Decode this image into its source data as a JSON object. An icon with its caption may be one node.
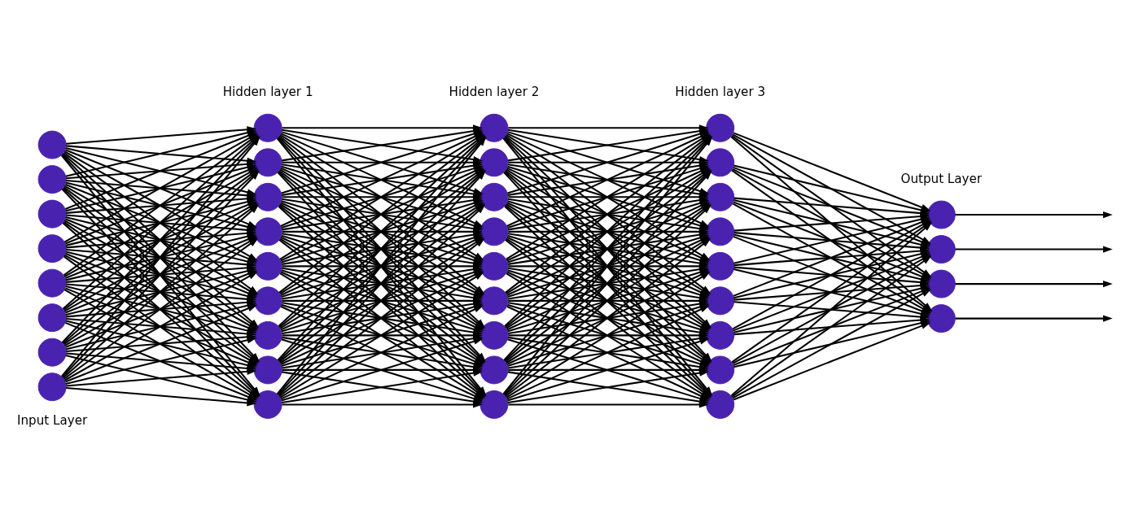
{
  "diagram": {
    "nodes": [
      {
        "text": [],
        "shape": "circle"
      },
      {
        "text": [],
        "shape": "circle"
      },
      {
        "text": [],
        "shape": "circle"
      },
      {
        "text": [],
        "shape": "circle"
      },
      {
        "text": [],
        "shape": "circle"
      },
      {
        "text": [],
        "shape": "circle"
      },
      {
        "text": [],
        "shape": "circle"
      },
      {
        "text": [],
        "shape": "circle"
      },
      {
        "text": [],
        "shape": "circle"
      },
      {
        "text": [],
        "shape": "circle"
      },
      {
        "text": [],
        "shape": "circle"
      },
      {
        "text": [],
        "shape": "circle"
      },
      {
        "text": [],
        "shape": "circle"
      },
      {
        "text": [],
        "shape": "circle"
      },
      {
        "text": [],
        "shape": "circle"
      },
      {
        "text": [],
        "shape": "circle"
      },
      {
        "text": [],
        "shape": "circle"
      },
      {
        "text": [],
        "shape": "circle"
      },
      {
        "text": [],
        "shape": "circle"
      },
      {
        "text": [],
        "shape": "circle"
      },
      {
        "text": [],
        "shape": "circle"
      },
      {
        "text": [],
        "shape": "circle"
      },
      {
        "text": [],
        "shape": "circle"
      },
      {
        "text": [],
        "shape": "circle"
      },
      {
        "text": [],
        "shape": "circle"
      },
      {
        "text": [],
        "shape": "circle"
      },
      {
        "text": [],
        "shape": "circle"
      },
      {
        "text": [],
        "shape": "circle"
      },
      {
        "text": [],
        "shape": "circle"
      },
      {
        "text": [],
        "shape": "circle"
      },
      {
        "text": [],
        "shape": "circle"
      },
      {
        "text": [],
        "shape": "circle"
      },
      {
        "text": [],
        "shape": "circle"
      },
      {
        "text": [],
        "shape": "circle"
      },
      {
        "text": [],
        "shape": "circle"
      },
      {
        "text": [],
        "shape": "circle"
      },
      {
        "text": [],
        "shape": "circle"
      },
      {
        "text": [],
        "shape": "circle"
      },
      {
        "text": [],
        "shape": "circle"
      }
    ],
    "edges": [
      {
        "from": 0,
        "to": 8,
        "arrow": "to"
      },
      {
        "from": 0,
        "to": 9,
        "arrow": "to"
      },
      {
        "from": 0,
        "to": 10,
        "arrow": "to"
      },
      {
        "from": 0,
        "to": 11,
        "arrow": "to"
      },
      {
        "from": 0,
        "to": 12,
        "arrow": "to"
      },
      {
        "from": 0,
        "to": 13,
        "arrow": "to"
      },
      {
        "from": 0,
        "to": 14,
        "arrow": "to"
      },
      {
        "from": 0,
        "to": 15,
        "arrow": "to"
      },
      {
        "from": 0,
        "to": 16,
        "arrow": "to"
      },
      {
        "from": 1,
        "to": 8,
        "arrow": "to"
      },
      {
        "from": 1,
        "to": 9,
        "arrow": "to"
      },
      {
        "from": 1,
        "to": 10,
        "arrow": "to"
      },
      {
        "from": 1,
        "to": 11,
        "arrow": "to"
      },
      {
        "from": 1,
        "to": 12,
        "arrow": "to"
      },
      {
        "from": 1,
        "to": 13,
        "arrow": "to"
      },
      {
        "from": 1,
        "to": 14,
        "arrow": "to"
      },
      {
        "from": 1,
        "to": 15,
        "arrow": "to"
      },
      {
        "from": 1,
        "to": 16,
        "arrow": "to"
      },
      {
        "from": 2,
        "to": 8,
        "arrow": "to"
      },
      {
        "from": 2,
        "to": 9,
        "arrow": "to"
      },
      {
        "from": 2,
        "to": 10,
        "arrow": "to"
      },
      {
        "from": 2,
        "to": 11,
        "arrow": "to"
      },
      {
        "from": 2,
        "to": 12,
        "arrow": "to"
      },
      {
        "from": 2,
        "to": 13,
        "arrow": "to"
      },
      {
        "from": 2,
        "to": 14,
        "arrow": "to"
      },
      {
        "from": 2,
        "to": 15,
        "arrow": "to"
      },
      {
        "from": 2,
        "to": 16,
        "arrow": "to"
      },
      {
        "from": 3,
        "to": 8,
        "arrow": "to"
      },
      {
        "from": 3,
        "to": 9,
        "arrow": "to"
      },
      {
        "from": 3,
        "to": 10,
        "arrow": "to"
      },
      {
        "from": 3,
        "to": 11,
        "arrow": "to"
      },
      {
        "from": 3,
        "to": 12,
        "arrow": "to"
      },
      {
        "from": 3,
        "to": 13,
        "arrow": "to"
      },
      {
        "from": 3,
        "to": 14,
        "arrow": "to"
      },
      {
        "from": 3,
        "to": 15,
        "arrow": "to"
      },
      {
        "from": 3,
        "to": 16,
        "arrow": "to"
      },
      {
        "from": 4,
        "to": 8,
        "arrow": "to"
      },
      {
        "from": 4,
        "to": 9,
        "arrow": "to"
      },
      {
        "from": 4,
        "to": 10,
        "arrow": "to"
      },
      {
        "from": 4,
        "to": 11,
        "arrow": "to"
      },
      {
        "from": 4,
        "to": 12,
        "arrow": "to"
      },
      {
        "from": 4,
        "to": 13,
        "arrow": "to"
      },
      {
        "from": 4,
        "to": 14,
        "arrow": "to"
      },
      {
        "from": 4,
        "to": 15,
        "arrow": "to"
      },
      {
        "from": 4,
        "to": 16,
        "arrow": "to"
      },
      {
        "from": 5,
        "to": 8,
        "arrow": "to"
      },
      {
        "from": 5,
        "to": 9,
        "arrow": "to"
      },
      {
        "from": 5,
        "to": 10,
        "arrow": "to"
      },
      {
        "from": 5,
        "to": 11,
        "arrow": "to"
      },
      {
        "from": 5,
        "to": 12,
        "arrow": "to"
      },
      {
        "from": 5,
        "to": 13,
        "arrow": "to"
      },
      {
        "from": 5,
        "to": 14,
        "arrow": "to"
      },
      {
        "from": 5,
        "to": 15,
        "arrow": "to"
      },
      {
        "from": 5,
        "to": 16,
        "arrow": "to"
      },
      {
        "from": 6,
        "to": 8,
        "arrow": "to"
      },
      {
        "from": 6,
        "to": 9,
        "arrow": "to"
      },
      {
        "from": 6,
        "to": 10,
        "arrow": "to"
      },
      {
        "from": 6,
        "to": 11,
        "arrow": "to"
      },
      {
        "from": 6,
        "to": 12,
        "arrow": "to"
      },
      {
        "from": 6,
        "to": 13,
        "arrow": "to"
      },
      {
        "from": 6,
        "to": 14,
        "arrow": "to"
      },
      {
        "from": 6,
        "to": 15,
        "arrow": "to"
      },
      {
        "from": 6,
        "to": 16,
        "arrow": "to"
      },
      {
        "from": 7,
        "to": 8,
        "arrow": "to"
      },
      {
        "from": 7,
        "to": 9,
        "arrow": "to"
      },
      {
        "from": 7,
        "to": 10,
        "arrow": "to"
      },
      {
        "from": 7,
        "to": 11,
        "arrow": "to"
      },
      {
        "from": 7,
        "to": 12,
        "arrow": "to"
      },
      {
        "from": 7,
        "to": 13,
        "arrow": "to"
      },
      {
        "from": 7,
        "to": 14,
        "arrow": "to"
      },
      {
        "from": 7,
        "to": 15,
        "arrow": "to"
      },
      {
        "from": 7,
        "to": 16,
        "arrow": "to"
      },
      {
        "from": 8,
        "to": 17,
        "arrow": "to"
      },
      {
        "from": 8,
        "to": 18,
        "arrow": "to"
      },
      {
        "from": 8,
        "to": 19,
        "arrow": "to"
      },
      {
        "from": 8,
        "to": 20,
        "arrow": "to"
      },
      {
        "from": 8,
        "to": 21,
        "arrow": "to"
      },
      {
        "from": 8,
        "to": 22,
        "arrow": "to"
      },
      {
        "from": 8,
        "to": 23,
        "arrow": "to"
      },
      {
        "from": 8,
        "to": 24,
        "arrow": "to"
      },
      {
        "from": 8,
        "to": 25,
        "arrow": "to"
      },
      {
        "from": 9,
        "to": 17,
        "arrow": "to"
      },
      {
        "from": 9,
        "to": 18,
        "arrow": "to"
      },
      {
        "from": 9,
        "to": 19,
        "arrow": "to"
      },
      {
        "from": 9,
        "to": 20,
        "arrow": "to"
      },
      {
        "from": 9,
        "to": 21,
        "arrow": "to"
      },
      {
        "from": 9,
        "to": 22,
        "arrow": "to"
      },
      {
        "from": 9,
        "to": 23,
        "arrow": "to"
      },
      {
        "from": 9,
        "to": 24,
        "arrow": "to"
      },
      {
        "from": 9,
        "to": 25,
        "arrow": "to"
      },
      {
        "from": 10,
        "to": 17,
        "arrow": "to"
      },
      {
        "from": 10,
        "to": 18,
        "arrow": "to"
      },
      {
        "from": 10,
        "to": 19,
        "arrow": "to"
      },
      {
        "from": 10,
        "to": 20,
        "arrow": "to"
      },
      {
        "from": 10,
        "to": 21,
        "arrow": "to"
      },
      {
        "from": 10,
        "to": 22,
        "arrow": "to"
      },
      {
        "from": 10,
        "to": 23,
        "arrow": "to"
      },
      {
        "from": 10,
        "to": 24,
        "arrow": "to"
      },
      {
        "from": 10,
        "to": 25,
        "arrow": "to"
      },
      {
        "from": 11,
        "to": 17,
        "arrow": "to"
      },
      {
        "from": 11,
        "to": 18,
        "arrow": "to"
      },
      {
        "from": 11,
        "to": 19,
        "arrow": "to"
      },
      {
        "from": 11,
        "to": 20,
        "arrow": "to"
      },
      {
        "from": 11,
        "to": 21,
        "arrow": "to"
      },
      {
        "from": 11,
        "to": 22,
        "arrow": "to"
      },
      {
        "from": 11,
        "to": 23,
        "arrow": "to"
      },
      {
        "from": 11,
        "to": 24,
        "arrow": "to"
      },
      {
        "from": 11,
        "to": 25,
        "arrow": "to"
      },
      {
        "from": 12,
        "to": 17,
        "arrow": "to"
      },
      {
        "from": 12,
        "to": 18,
        "arrow": "to"
      },
      {
        "from": 12,
        "to": 19,
        "arrow": "to"
      },
      {
        "from": 12,
        "to": 20,
        "arrow": "to"
      },
      {
        "from": 12,
        "to": 21,
        "arrow": "to"
      },
      {
        "from": 12,
        "to": 22,
        "arrow": "to"
      },
      {
        "from": 12,
        "to": 23,
        "arrow": "to"
      },
      {
        "from": 12,
        "to": 24,
        "arrow": "to"
      },
      {
        "from": 12,
        "to": 25,
        "arrow": "to"
      },
      {
        "from": 13,
        "to": 17,
        "arrow": "to"
      },
      {
        "from": 13,
        "to": 18,
        "arrow": "to"
      },
      {
        "from": 13,
        "to": 19,
        "arrow": "to"
      },
      {
        "from": 13,
        "to": 20,
        "arrow": "to"
      },
      {
        "from": 13,
        "to": 21,
        "arrow": "to"
      },
      {
        "from": 13,
        "to": 22,
        "arrow": "to"
      },
      {
        "from": 13,
        "to": 23,
        "arrow": "to"
      },
      {
        "from": 13,
        "to": 24,
        "arrow": "to"
      },
      {
        "from": 13,
        "to": 25,
        "arrow": "to"
      },
      {
        "from": 14,
        "to": 17,
        "arrow": "to"
      },
      {
        "from": 14,
        "to": 18,
        "arrow": "to"
      },
      {
        "from": 14,
        "to": 19,
        "arrow": "to"
      },
      {
        "from": 14,
        "to": 20,
        "arrow": "to"
      },
      {
        "from": 14,
        "to": 21,
        "arrow": "to"
      },
      {
        "from": 14,
        "to": 22,
        "arrow": "to"
      },
      {
        "from": 14,
        "to": 23,
        "arrow": "to"
      },
      {
        "from": 14,
        "to": 24,
        "arrow": "to"
      },
      {
        "from": 14,
        "to": 25,
        "arrow": "to"
      },
      {
        "from": 15,
        "to": 17,
        "arrow": "to"
      },
      {
        "from": 15,
        "to": 18,
        "arrow": "to"
      },
      {
        "from": 15,
        "to": 19,
        "arrow": "to"
      },
      {
        "from": 15,
        "to": 20,
        "arrow": "to"
      },
      {
        "from": 15,
        "to": 21,
        "arrow": "to"
      },
      {
        "from": 15,
        "to": 22,
        "arrow": "to"
      },
      {
        "from": 15,
        "to": 23,
        "arrow": "to"
      },
      {
        "from": 15,
        "to": 24,
        "arrow": "to"
      },
      {
        "from": 15,
        "to": 25,
        "arrow": "to"
      },
      {
        "from": 16,
        "to": 17,
        "arrow": "to"
      },
      {
        "from": 16,
        "to": 18,
        "arrow": "to"
      },
      {
        "from": 16,
        "to": 19,
        "arrow": "to"
      },
      {
        "from": 16,
        "to": 20,
        "arrow": "to"
      },
      {
        "from": 16,
        "to": 21,
        "arrow": "to"
      },
      {
        "from": 16,
        "to": 22,
        "arrow": "to"
      },
      {
        "from": 16,
        "to": 23,
        "arrow": "to"
      },
      {
        "from": 16,
        "to": 24,
        "arrow": "to"
      },
      {
        "from": 16,
        "to": 25,
        "arrow": "to"
      },
      {
        "from": 17,
        "to": 26,
        "arrow": "to"
      },
      {
        "from": 17,
        "to": 27,
        "arrow": "to"
      },
      {
        "from": 17,
        "to": 28,
        "arrow": "to"
      },
      {
        "from": 17,
        "to": 29,
        "arrow": "to"
      },
      {
        "from": 17,
        "to": 30,
        "arrow": "to"
      },
      {
        "from": 17,
        "to": 31,
        "arrow": "to"
      },
      {
        "from": 17,
        "to": 32,
        "arrow": "to"
      },
      {
        "from": 17,
        "to": 33,
        "arrow": "to"
      },
      {
        "from": 17,
        "to": 34,
        "arrow": "to"
      },
      {
        "from": 18,
        "to": 26,
        "arrow": "to"
      },
      {
        "from": 18,
        "to": 27,
        "arrow": "to"
      },
      {
        "from": 18,
        "to": 28,
        "arrow": "to"
      },
      {
        "from": 18,
        "to": 29,
        "arrow": "to"
      },
      {
        "from": 18,
        "to": 30,
        "arrow": "to"
      },
      {
        "from": 18,
        "to": 31,
        "arrow": "to"
      },
      {
        "from": 18,
        "to": 32,
        "arrow": "to"
      },
      {
        "from": 18,
        "to": 33,
        "arrow": "to"
      },
      {
        "from": 18,
        "to": 34,
        "arrow": "to"
      },
      {
        "from": 19,
        "to": 26,
        "arrow": "to"
      },
      {
        "from": 19,
        "to": 27,
        "arrow": "to"
      },
      {
        "from": 19,
        "to": 28,
        "arrow": "to"
      },
      {
        "from": 19,
        "to": 29,
        "arrow": "to"
      },
      {
        "from": 19,
        "to": 30,
        "arrow": "to"
      },
      {
        "from": 19,
        "to": 31,
        "arrow": "to"
      },
      {
        "from": 19,
        "to": 32,
        "arrow": "to"
      },
      {
        "from": 19,
        "to": 33,
        "arrow": "to"
      },
      {
        "from": 19,
        "to": 34,
        "arrow": "to"
      },
      {
        "from": 20,
        "to": 26,
        "arrow": "to"
      },
      {
        "from": 20,
        "to": 27,
        "arrow": "to"
      },
      {
        "from": 20,
        "to": 28,
        "arrow": "to"
      },
      {
        "from": 20,
        "to": 29,
        "arrow": "to"
      },
      {
        "from": 20,
        "to": 30,
        "arrow": "to"
      },
      {
        "from": 20,
        "to": 31,
        "arrow": "to"
      },
      {
        "from": 20,
        "to": 32,
        "arrow": "to"
      },
      {
        "from": 20,
        "to": 33,
        "arrow": "to"
      },
      {
        "from": 20,
        "to": 34,
        "arrow": "to"
      },
      {
        "from": 21,
        "to": 26,
        "arrow": "to"
      },
      {
        "from": 21,
        "to": 27,
        "arrow": "to"
      },
      {
        "from": 21,
        "to": 28,
        "arrow": "to"
      },
      {
        "from": 21,
        "to": 29,
        "arrow": "to"
      },
      {
        "from": 21,
        "to": 30,
        "arrow": "to"
      },
      {
        "from": 21,
        "to": 31,
        "arrow": "to"
      },
      {
        "from": 21,
        "to": 32,
        "arrow": "to"
      },
      {
        "from": 21,
        "to": 33,
        "arrow": "to"
      },
      {
        "from": 21,
        "to": 34,
        "arrow": "to"
      },
      {
        "from": 22,
        "to": 26,
        "arrow": "to"
      },
      {
        "from": 22,
        "to": 27,
        "arrow": "to"
      },
      {
        "from": 22,
        "to": 28,
        "arrow": "to"
      },
      {
        "from": 22,
        "to": 29,
        "arrow": "to"
      },
      {
        "from": 22,
        "to": 30,
        "arrow": "to"
      },
      {
        "from": 22,
        "to": 31,
        "arrow": "to"
      },
      {
        "from": 22,
        "to": 32,
        "arrow": "to"
      },
      {
        "from": 22,
        "to": 33,
        "arrow": "to"
      },
      {
        "from": 22,
        "to": 34,
        "arrow": "to"
      },
      {
        "from": 23,
        "to": 26,
        "arrow": "to"
      },
      {
        "from": 23,
        "to": 27,
        "arrow": "to"
      },
      {
        "from": 23,
        "to": 28,
        "arrow": "to"
      },
      {
        "from": 23,
        "to": 29,
        "arrow": "to"
      },
      {
        "from": 23,
        "to": 30,
        "arrow": "to"
      },
      {
        "from": 23,
        "to": 31,
        "arrow": "to"
      },
      {
        "from": 23,
        "to": 32,
        "arrow": "to"
      },
      {
        "from": 23,
        "to": 33,
        "arrow": "to"
      },
      {
        "from": 23,
        "to": 34,
        "arrow": "to"
      },
      {
        "from": 24,
        "to": 26,
        "arrow": "to"
      },
      {
        "from": 24,
        "to": 27,
        "arrow": "to"
      },
      {
        "from": 24,
        "to": 28,
        "arrow": "to"
      },
      {
        "from": 24,
        "to": 29,
        "arrow": "to"
      },
      {
        "from": 24,
        "to": 30,
        "arrow": "to"
      },
      {
        "from": 24,
        "to": 31,
        "arrow": "to"
      },
      {
        "from": 24,
        "to": 32,
        "arrow": "to"
      },
      {
        "from": 24,
        "to": 33,
        "arrow": "to"
      },
      {
        "from": 24,
        "to": 34,
        "arrow": "to"
      },
      {
        "from": 25,
        "to": 26,
        "arrow": "to"
      },
      {
        "from": 25,
        "to": 27,
        "arrow": "to"
      },
      {
        "from": 25,
        "to": 28,
        "arrow": "to"
      },
      {
        "from": 25,
        "to": 29,
        "arrow": "to"
      },
      {
        "from": 25,
        "to": 30,
        "arrow": "to"
      },
      {
        "from": 25,
        "to": 31,
        "arrow": "to"
      },
      {
        "from": 25,
        "to": 32,
        "arrow": "to"
      },
      {
        "from": 25,
        "to": 33,
        "arrow": "to"
      },
      {
        "from": 25,
        "to": 34,
        "arrow": "to"
      },
      {
        "from": 26,
        "to": 35,
        "arrow": "to"
      },
      {
        "from": 26,
        "to": 36,
        "arrow": "to"
      },
      {
        "from": 26,
        "to": 37,
        "arrow": "to"
      },
      {
        "from": 26,
        "to": 38,
        "arrow": "to"
      },
      {
        "from": 27,
        "to": 35,
        "arrow": "to"
      },
      {
        "from": 27,
        "to": 36,
        "arrow": "to"
      },
      {
        "from": 27,
        "to": 37,
        "arrow": "to"
      },
      {
        "from": 27,
        "to": 38,
        "arrow": "to"
      },
      {
        "from": 28,
        "to": 35,
        "arrow": "to"
      },
      {
        "from": 28,
        "to": 36,
        "arrow": "to"
      },
      {
        "from": 28,
        "to": 37,
        "arrow": "to"
      },
      {
        "from": 28,
        "to": 38,
        "arrow": "to"
      },
      {
        "from": 29,
        "to": 35,
        "arrow": "to"
      },
      {
        "from": 29,
        "to": 36,
        "arrow": "to"
      },
      {
        "from": 29,
        "to": 37,
        "arrow": "to"
      },
      {
        "from": 29,
        "to": 38,
        "arrow": "to"
      },
      {
        "from": 30,
        "to": 35,
        "arrow": "to"
      },
      {
        "from": 30,
        "to": 36,
        "arrow": "to"
      },
      {
        "from": 30,
        "to": 37,
        "arrow": "to"
      },
      {
        "from": 30,
        "to": 38,
        "arrow": "to"
      },
      {
        "from": 31,
        "to": 35,
        "arrow": "to"
      },
      {
        "from": 31,
        "to": 36,
        "arrow": "to"
      },
      {
        "from": 31,
        "to": 37,
        "arrow": "to"
      },
      {
        "from": 31,
        "to": 38,
        "arrow": "to"
      },
      {
        "from": 32,
        "to": 35,
        "arrow": "to"
      },
      {
        "from": 32,
        "to": 36,
        "arrow": "to"
      },
      {
        "from": 32,
        "to": 37,
        "arrow": "to"
      },
      {
        "from": 32,
        "to": 38,
        "arrow": "to"
      },
      {
        "from": 33,
        "to": 35,
        "arrow": "to"
      },
      {
        "from": 33,
        "to": 36,
        "arrow": "to"
      },
      {
        "from": 33,
        "to": 37,
        "arrow": "to"
      },
      {
        "from": 33,
        "to": 38,
        "arrow": "to"
      },
      {
        "from": 34,
        "to": 35,
        "arrow": "to"
      },
      {
        "from": 34,
        "to": 36,
        "arrow": "to"
      },
      {
        "from": 34,
        "to": 37,
        "arrow": "to"
      },
      {
        "from": 34,
        "to": 38,
        "arrow": "to"
      },
      {
        "from": 35,
        "to": null,
        "arrow": "to"
      },
      {
        "from": 36,
        "to": null,
        "arrow": "to"
      },
      {
        "from": 37,
        "to": null,
        "arrow": "to"
      },
      {
        "from": 38,
        "to": null,
        "arrow": "to"
      }
    ],
    "labels": [
      "Input Layer",
      "Hidden layer 1",
      "Hidden layer 2",
      "Hidden layer 3",
      "Output Layer"
    ]
  }
}
